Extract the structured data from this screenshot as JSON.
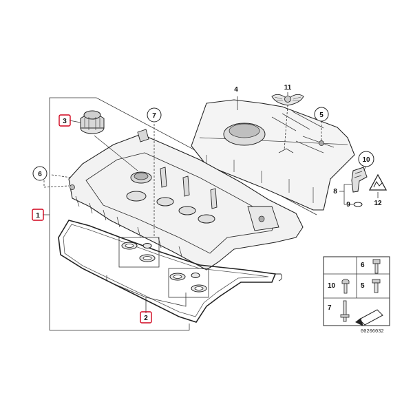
{
  "callouts": {
    "c1": "1",
    "c2": "2",
    "c3": "3",
    "c4": "4",
    "c5": "5",
    "c6": "6",
    "c7": "7",
    "c8": "8",
    "c9": "9",
    "c10": "10",
    "c11": "11",
    "c12": "12"
  },
  "highlighted_callouts": [
    "1",
    "2",
    "3"
  ],
  "highlight_color": "#d0021b",
  "fastener_legend": {
    "r1": [
      "6"
    ],
    "r2": [
      "10",
      "5"
    ],
    "r3": [
      "7"
    ]
  },
  "diagram_code": "00206032"
}
